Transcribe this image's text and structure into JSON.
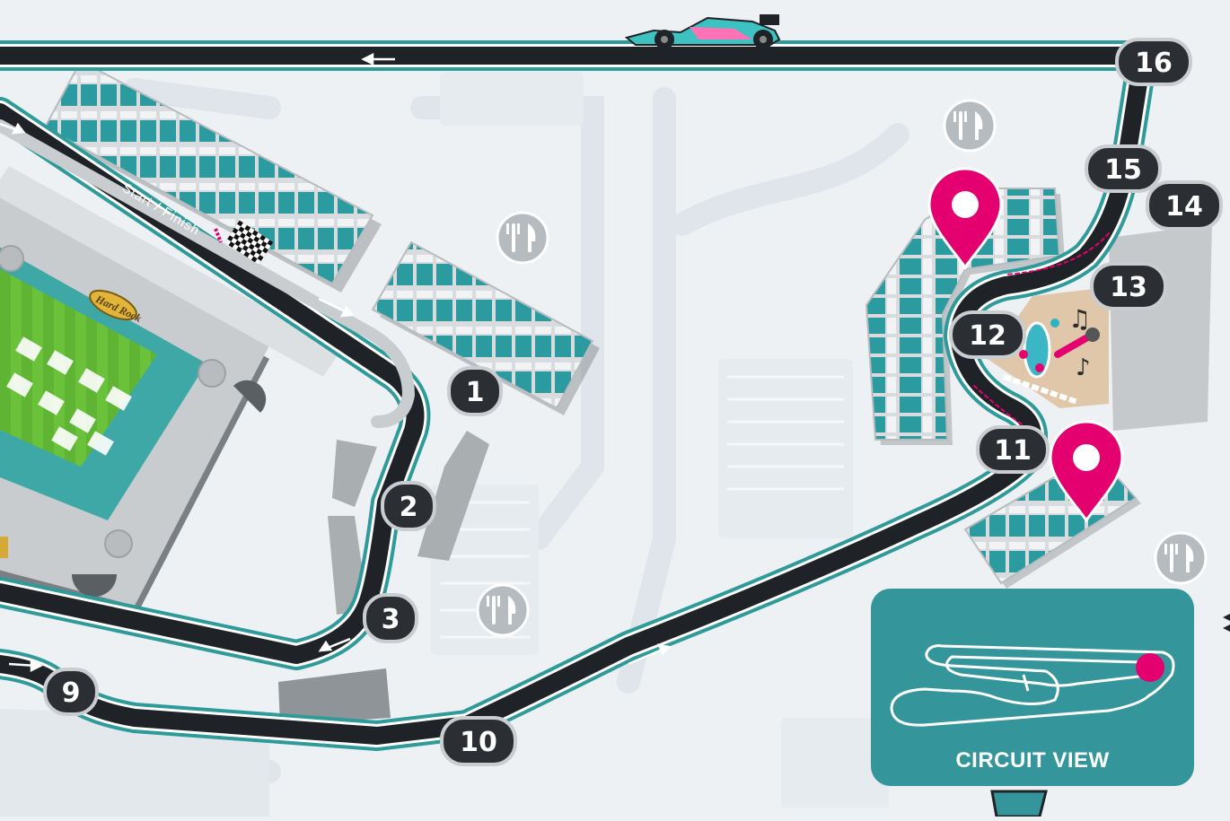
{
  "map": {
    "start_finish_label": "Start / Finish",
    "circuit_view_label": "CIRCUIT VIEW",
    "stadium_logo_icon": "hard-rock-logo",
    "turns": [
      {
        "number": "1"
      },
      {
        "number": "2"
      },
      {
        "number": "3"
      },
      {
        "number": "9"
      },
      {
        "number": "10"
      },
      {
        "number": "11"
      },
      {
        "number": "12"
      },
      {
        "number": "13"
      },
      {
        "number": "14"
      },
      {
        "number": "15"
      },
      {
        "number": "16"
      }
    ],
    "food_markers": [
      "fork-knife-icon",
      "fork-knife-icon",
      "fork-knife-icon",
      "fork-knife-icon",
      "fork-knife-icon"
    ],
    "location_pins": [
      "location-pin-icon",
      "location-pin-icon"
    ],
    "colors": {
      "track": "#1f2327",
      "track_edge": "#2f9a9a",
      "grandstand_seat": "#2b9ba0",
      "pin": "#e4006f",
      "circuit_view_panel": "#34969a",
      "turn_badge": "#2b2f33",
      "food_badge": "#b5bbbf"
    }
  }
}
